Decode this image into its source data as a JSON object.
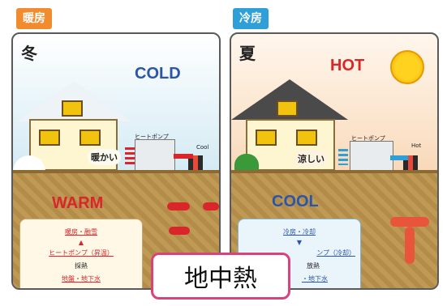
{
  "winter": {
    "tab": "暖房",
    "season": "冬",
    "air_label": "COLD",
    "ground_label": "WARM",
    "pump_label": "ヒートポンプ",
    "speech": "暖かい",
    "pipe_label": "Cool",
    "info": {
      "line1": "暖房・融雪",
      "line2": "ヒートポンプ（昇温）",
      "line3": "採熱",
      "line4": "地盤・地下水"
    }
  },
  "summer": {
    "tab": "冷房",
    "season": "夏",
    "air_label": "HOT",
    "ground_label": "COOL",
    "pump_label": "ヒートポンプ",
    "speech": "涼しい",
    "pipe_label": "Hot",
    "info": {
      "line1": "冷房・冷却",
      "line2": "ンプ（冷却）",
      "line3": "放熱",
      "line4": "・地下水"
    }
  },
  "badge": {
    "label": "地中熱"
  },
  "colors": {
    "winter_tab": "#f08c2e",
    "summer_tab": "#2f9fd8",
    "cold_text": "#2a55a8",
    "hot_text": "#d8262a",
    "warm_text": "#d8262a",
    "cool_text": "#2a55a8",
    "badge_border": "#d9437c"
  }
}
